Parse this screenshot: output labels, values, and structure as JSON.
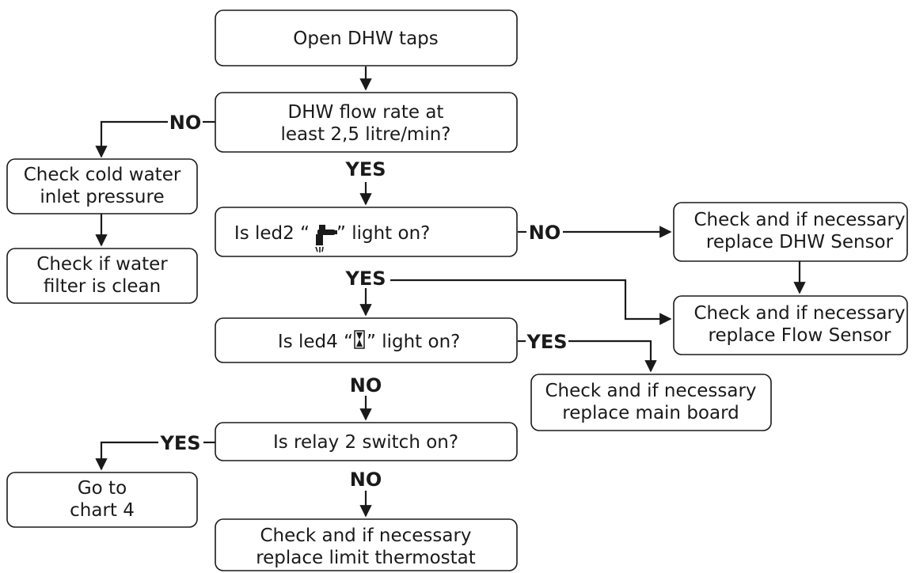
{
  "boxes": {
    "open_taps": "Open DHW taps",
    "flow_rate_line1": "DHW flow rate at",
    "flow_rate_line2": "least 2,5 litre/min?",
    "check_cold_line1": "Check cold water",
    "check_cold_line2": "inlet pressure",
    "check_filter_line1": "Check if water",
    "check_filter_line2": "filter is clean",
    "led2_prefix": "Is led2 “",
    "led2_suffix": "” light on?",
    "dhw_sensor_line1": "Check and if necessary",
    "dhw_sensor_line2": "replace DHW Sensor",
    "flow_sensor_line1": "Check and if necessary",
    "flow_sensor_line2": "replace Flow Sensor",
    "led4_prefix": "Is led4 “",
    "led4_suffix": "” light on?",
    "main_board_line1": "Check and if necessary",
    "main_board_line2": "replace main board",
    "relay": "Is relay 2 switch on?",
    "chart4_line1": "Go to",
    "chart4_line2": "chart 4",
    "limit_line1": "Check and if necessary",
    "limit_line2": "replace limit thermostat"
  },
  "labels": {
    "no_flow": "NO",
    "yes_flow": "YES",
    "no_led2": "NO",
    "yes_led2": "YES",
    "yes_led4": "YES",
    "no_led4": "NO",
    "yes_relay": "YES",
    "no_relay": "NO"
  },
  "icons": {
    "led2": "tap-icon",
    "led4": "hourglass-icon"
  }
}
